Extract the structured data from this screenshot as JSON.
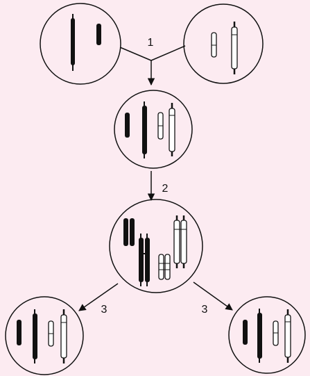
{
  "background_color": "#fcebf1",
  "line_color": "#111111",
  "chromosome_dark_color": "#111111",
  "chromosome_light_color": "#ffffff",
  "step_labels": {
    "fusion": "1",
    "replication": "2",
    "division_left": "3",
    "division_right": "3"
  }
}
